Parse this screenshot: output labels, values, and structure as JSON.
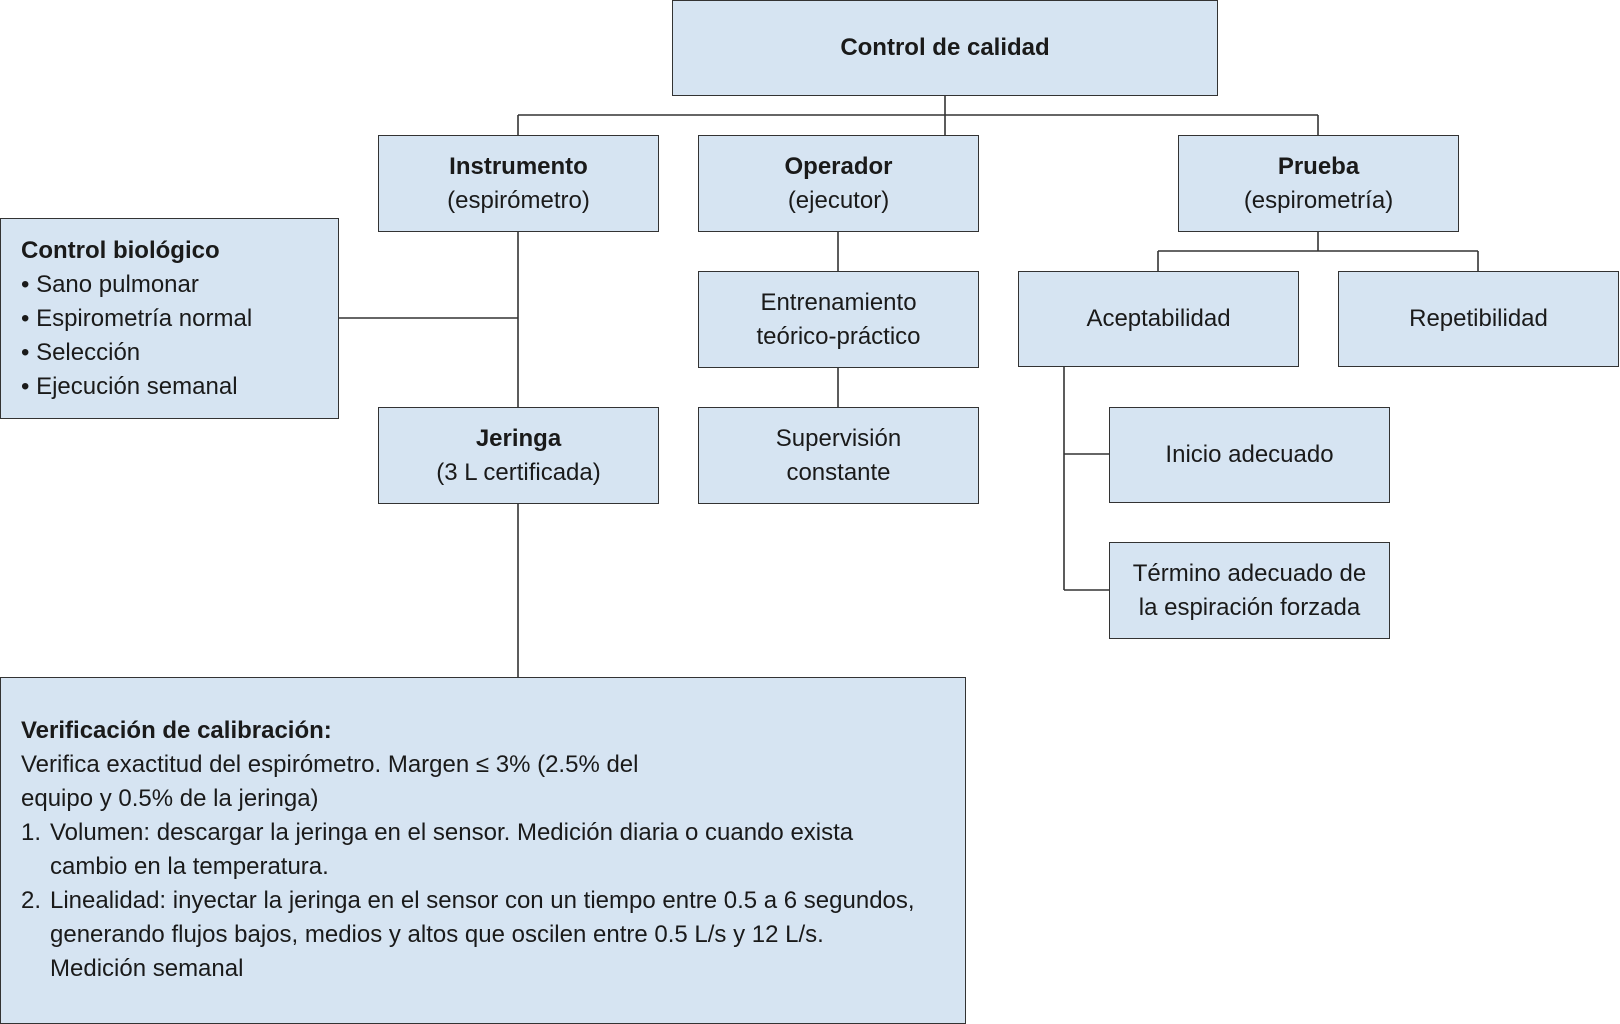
{
  "diagram": {
    "root": {
      "title": "Control de calidad"
    },
    "instrumento": {
      "title": "Instrumento",
      "subtitle": "(espirómetro)"
    },
    "operador": {
      "title": "Operador",
      "subtitle": "(ejecutor)"
    },
    "prueba": {
      "title": "Prueba",
      "subtitle": "(espirometría)"
    },
    "control_biologico": {
      "title": "Control biológico",
      "items": [
        "Sano pulmonar",
        "Espirometría normal",
        "Selección",
        "Ejecución semanal"
      ]
    },
    "jeringa": {
      "title": "Jeringa",
      "subtitle": "(3 L certificada)"
    },
    "entrenamiento": {
      "line1": "Entrenamiento",
      "line2": "teórico-práctico"
    },
    "supervision": {
      "line1": "Supervisión",
      "line2": "constante"
    },
    "aceptabilidad": {
      "label": "Aceptabilidad"
    },
    "repetibilidad": {
      "label": "Repetibilidad"
    },
    "inicio": {
      "label": "Inicio adecuado"
    },
    "termino": {
      "line1": "Término adecuado de",
      "line2": "la espiración forzada"
    },
    "verificacion": {
      "title": "Verificación de calibración:",
      "intro_line1": "Verifica exactitud del espirómetro. Margen ≤ 3% (2.5% del",
      "intro_line2": "equipo y 0.5% de la jeringa)",
      "steps": [
        {
          "num": "1.",
          "text": "Volumen: descargar la jeringa en el sensor. Medición diaria o cuando exista cambio en la temperatura."
        },
        {
          "num": "2.",
          "text": "Linealidad: inyectar la jeringa en el sensor con un tiempo entre 0.5 a 6 segundos, generando flujos bajos, medios y altos que oscilen entre 0.5 L/s y 12 L/s. Medición semanal"
        }
      ]
    }
  }
}
